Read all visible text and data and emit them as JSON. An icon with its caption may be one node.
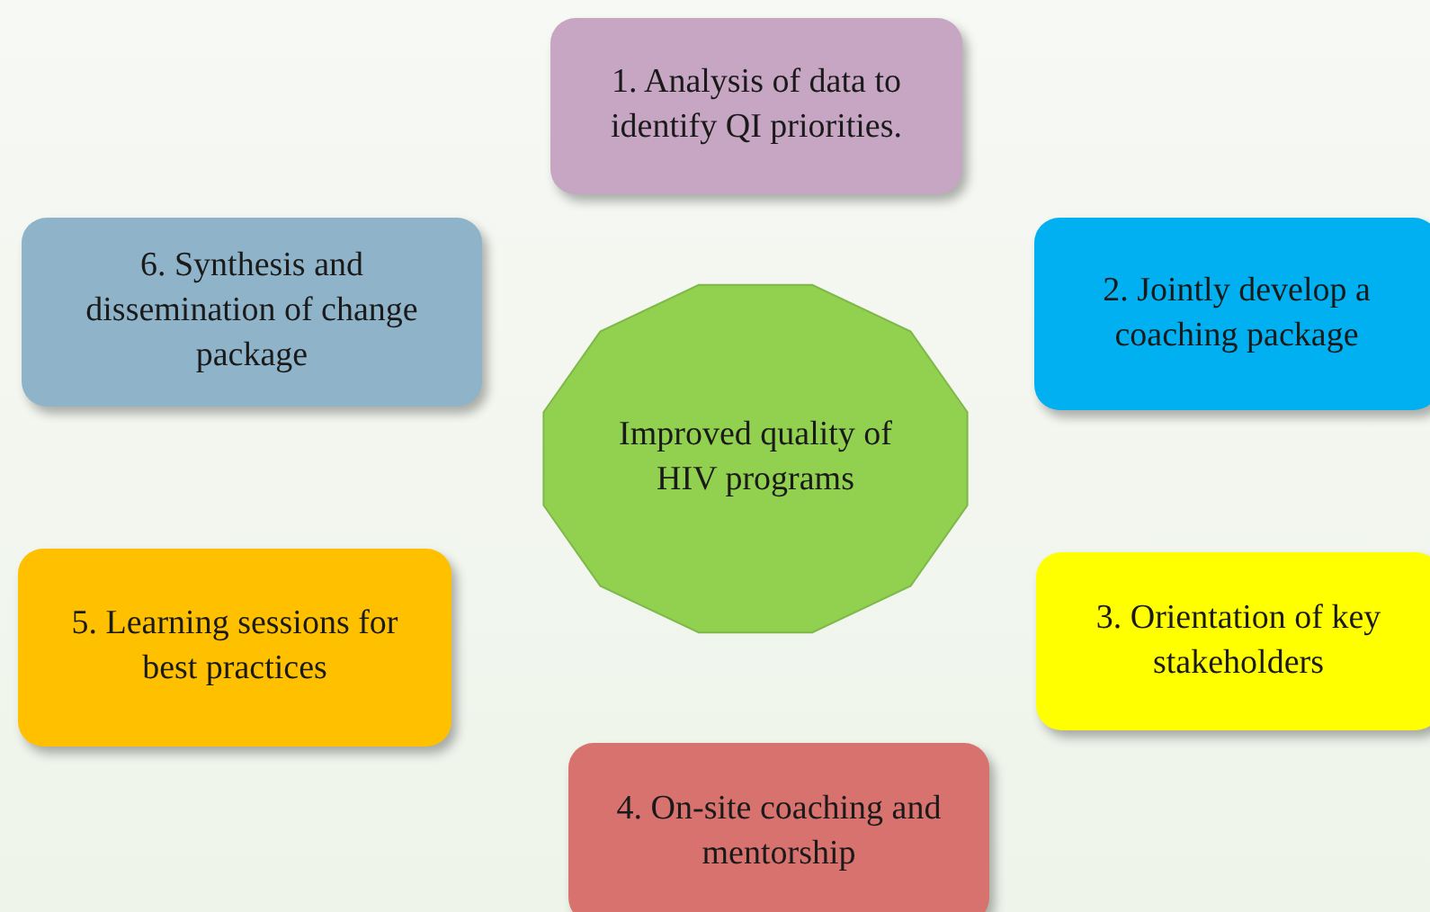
{
  "diagram": {
    "nodes": [
      {
        "text": [
          "Improved quality of HIV programs"
        ]
      },
      {
        "text": [
          "1. Analysis of data to identify QI priorities."
        ]
      },
      {
        "text": [
          "2. Jointly develop a coaching package"
        ]
      },
      {
        "text": [
          "3. Orientation of key stakeholders"
        ]
      },
      {
        "text": [
          "4. On-site coaching and mentorship"
        ]
      },
      {
        "text": [
          "5. Learning sessions for best practices"
        ]
      },
      {
        "text": [
          "6. Synthesis and dissemination of change package"
        ]
      }
    ]
  }
}
